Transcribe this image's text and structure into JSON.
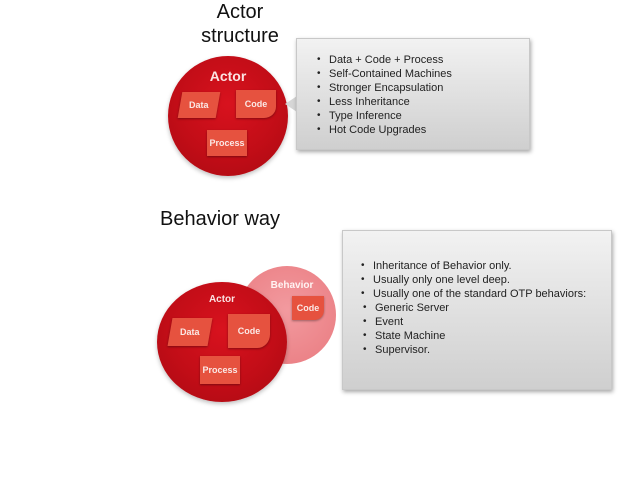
{
  "actor_structure": {
    "heading_line1": "Actor",
    "heading_line2": "structure",
    "circle_label": "Actor",
    "data_label": "Data",
    "code_label": "Code",
    "process_label": "Process",
    "bullets": [
      "Data + Code + Process",
      "Self-Contained Machines",
      "Stronger Encapsulation",
      "Less Inheritance",
      "Type Inference",
      "Hot Code Upgrades"
    ]
  },
  "behavior_way": {
    "heading": "Behavior way",
    "actor_label": "Actor",
    "behavior_label": "Behavior",
    "data_label": "Data",
    "code_label": "Code",
    "behavior_code_label": "Code",
    "process_label": "Process",
    "bullets": [
      "Inheritance of Behavior only.",
      "Usually only one level deep.",
      "Usually one of the standard OTP behaviors:"
    ],
    "sub_bullets": [
      "Generic Server",
      "Event",
      "State Machine",
      "Supervisor."
    ]
  },
  "colors": {
    "actor_red": "#c20d17",
    "shape_orange": "#e6523f",
    "behavior_pink": "#ec8489"
  }
}
